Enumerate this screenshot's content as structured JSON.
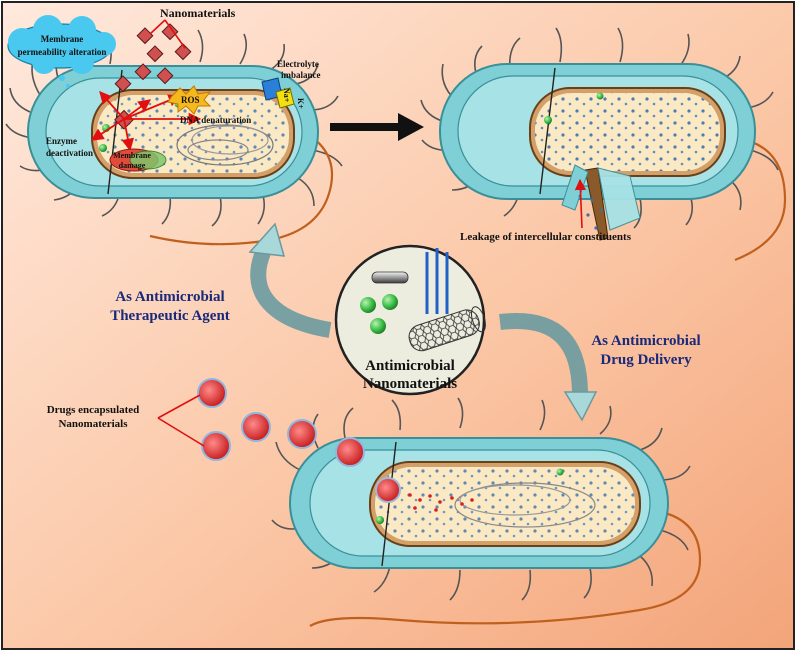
{
  "labels": {
    "nanomaterials": "Nanomaterials",
    "membrane_perm_1": "Membrane",
    "membrane_perm_2": "permeability alteration",
    "electrolyte_1": "Electrolyte",
    "electrolyte_2": "imbalance",
    "na_ion": "Na+",
    "k_ion": "K+",
    "ros": "ROS",
    "dna_denaturation": "DNA denaturation",
    "enzyme_1": "Enzyme",
    "enzyme_2": "deactivation",
    "membrane_damage_1": "Membrane",
    "membrane_damage_2": "damage",
    "leakage": "Leakage of intercellular constituents",
    "therapeutic_1": "As Antimicrobial",
    "therapeutic_2": "Therapeutic Agent",
    "delivery_1": "As Antimicrobial",
    "delivery_2": "Drug Delivery",
    "center_1": "Antimicrobial",
    "center_2": "Nanomaterials",
    "drugs_1": "Drugs encapsulated",
    "drugs_2": "Nanomaterials"
  },
  "colors": {
    "title_blue": "#1a2a7a",
    "arrow_red": "#e01010",
    "capsule": "#7fd0d6",
    "cytoplasm": "#fbe9c4",
    "background": "#fbc7a6"
  }
}
